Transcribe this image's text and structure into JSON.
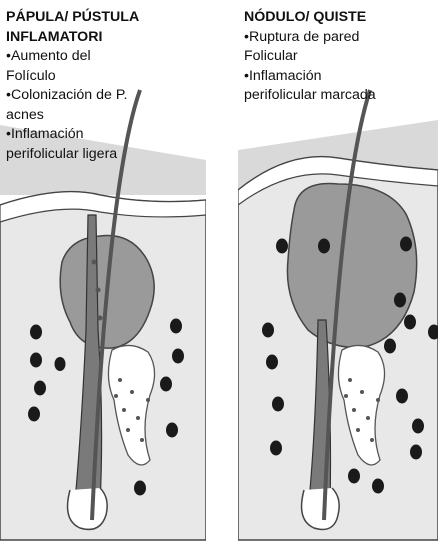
{
  "panels": [
    {
      "title_line1": "PÁPULA/ PÚSTULA",
      "title_line2": "INFLAMATORI",
      "bullets": [
        [
          "•Aumento del",
          "Folículo"
        ],
        [
          "•Colonización de P.",
          "acnes"
        ],
        [
          "•Inflamación",
          "perifolicular ligera"
        ]
      ]
    },
    {
      "title_line1": "NÓDULO/ QUISTE",
      "bullets": [
        [
          "•Ruptura de pared",
          "Folicular"
        ],
        [
          "•Inflamación",
          "perifolicular marcada"
        ]
      ]
    }
  ],
  "colors": {
    "border": "#444444",
    "skin_light": "#e6e6e6",
    "inflammation": "#9a9a9a",
    "hair": "#555555",
    "cells": "#1a1a1a"
  }
}
